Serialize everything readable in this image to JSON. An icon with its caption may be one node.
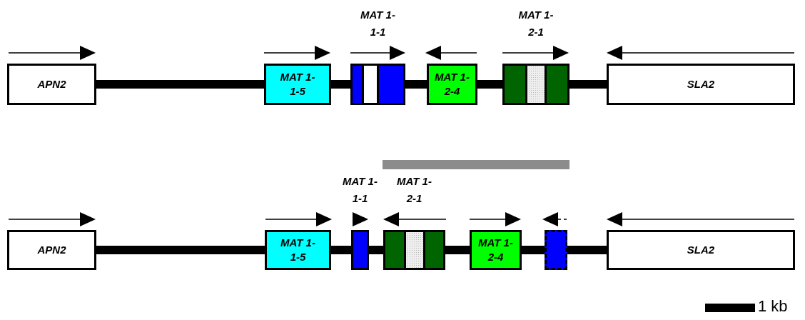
{
  "diagram": {
    "nodes": [
      {
        "text": [
          "APN2"
        ]
      },
      {
        "text": [
          "MAT 1-1-5"
        ]
      },
      {
        "text": [
          "MAT 1-1-1"
        ]
      },
      {
        "text": [
          "MAT 1-2-4"
        ]
      },
      {
        "text": [
          "MAT 1-2-1"
        ]
      },
      {
        "text": [
          "SLA2"
        ]
      },
      {
        "text": [
          "APN2"
        ]
      },
      {
        "text": [
          "MAT 1-1-5"
        ]
      },
      {
        "text": [
          "MAT 1-1-1"
        ]
      },
      {
        "text": [
          "MAT 1-2-1"
        ]
      },
      {
        "text": [
          "MAT 1-2-4"
        ]
      },
      {
        "text": [],
        "shape": "box"
      },
      {
        "text": [
          "SLA2"
        ]
      }
    ],
    "edges": [
      {
        "from": 0,
        "to": 1,
        "arrow": "none"
      },
      {
        "from": 1,
        "to": 2,
        "arrow": "none"
      },
      {
        "from": 2,
        "to": 3,
        "arrow": "none"
      },
      {
        "from": 3,
        "to": 4,
        "arrow": "none"
      },
      {
        "from": 4,
        "to": 5,
        "arrow": "none"
      },
      {
        "from": 6,
        "to": 7,
        "arrow": "none"
      },
      {
        "from": 7,
        "to": 8,
        "arrow": "none"
      },
      {
        "from": 8,
        "to": 9,
        "arrow": "none"
      },
      {
        "from": 9,
        "to": 10,
        "arrow": "none"
      },
      {
        "from": 10,
        "to": 11,
        "arrow": "none"
      },
      {
        "from": 11,
        "to": 12,
        "arrow": "none"
      }
    ],
    "labels": [
      "1 kb"
    ]
  }
}
